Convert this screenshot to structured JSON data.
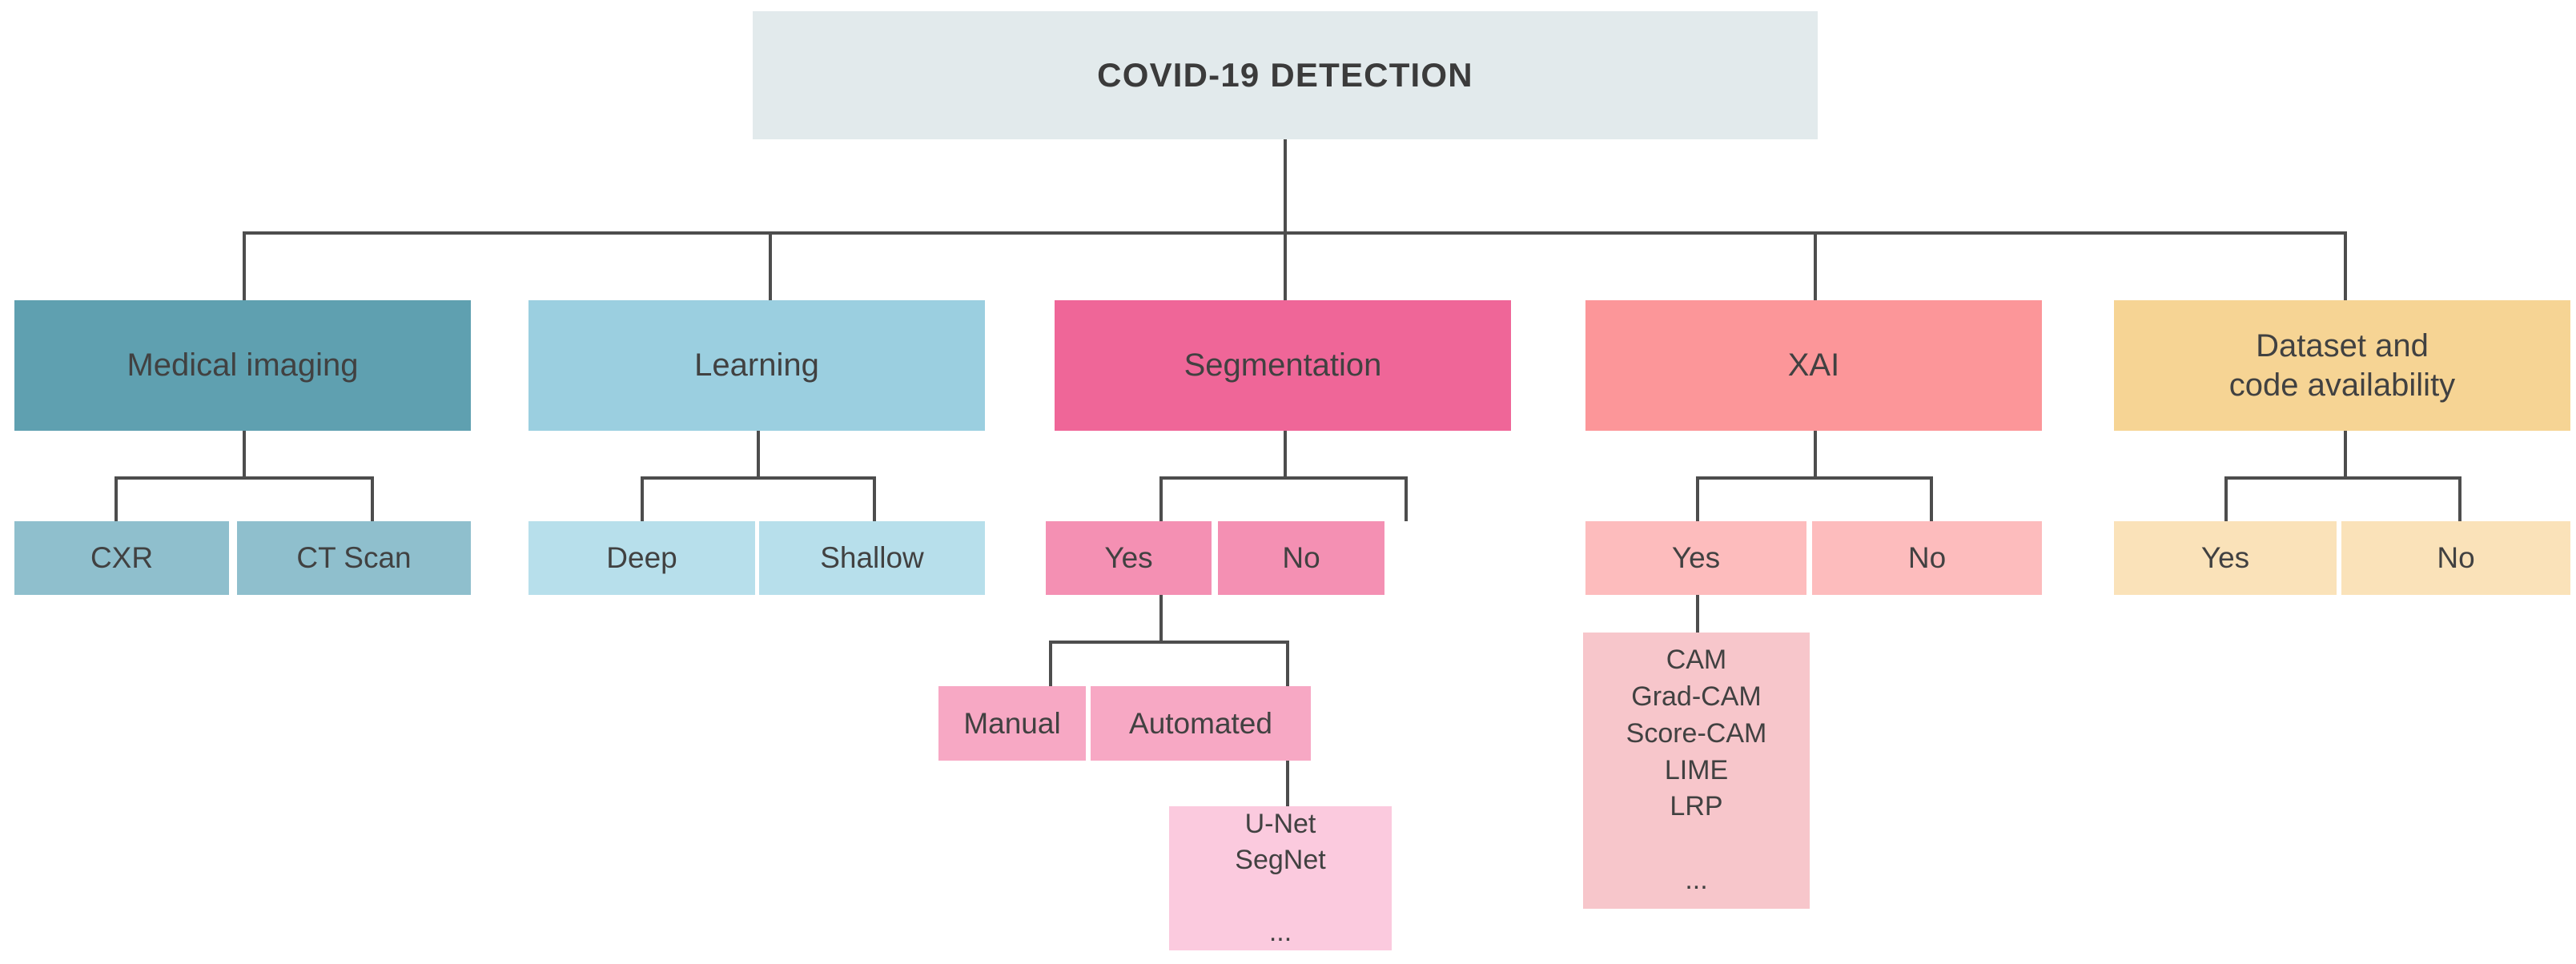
{
  "diagram": {
    "title": "COVID-19 Detection taxonomy tree",
    "root": {
      "label": "COVID-19 DETECTION",
      "color": "#e2eaec"
    },
    "branches": [
      {
        "id": "medical-imaging",
        "label": "Medical imaging",
        "color": "#5fa0b0",
        "child_color": "#8fbfcd",
        "children": [
          {
            "label": "CXR"
          },
          {
            "label": "CT Scan"
          }
        ]
      },
      {
        "id": "learning",
        "label": "Learning",
        "color": "#9bcfe0",
        "child_color": "#b7dfeb",
        "children": [
          {
            "label": "Deep"
          },
          {
            "label": "Shallow"
          }
        ]
      },
      {
        "id": "segmentation",
        "label": "Segmentation",
        "color": "#ef6698",
        "child_color": "#f490b3",
        "grandchild_color": "#f7a8c4",
        "greatgrandchild_color": "#fbcade",
        "children": [
          {
            "label": "Yes",
            "children": [
              {
                "label": "Manual"
              },
              {
                "label": "Automated",
                "children": [
                  {
                    "label": "U-Net\nSegNet\n\n..."
                  }
                ]
              }
            ]
          },
          {
            "label": "No"
          }
        ]
      },
      {
        "id": "xai",
        "label": "XAI",
        "color": "#fc9699",
        "child_color": "#fdbcbd",
        "grandchild_color": "#f7c6cb",
        "children": [
          {
            "label": "Yes",
            "children": [
              {
                "label": "CAM\nGrad-CAM\nScore-CAM\nLIME\nLRP\n\n..."
              }
            ]
          },
          {
            "label": "No"
          }
        ]
      },
      {
        "id": "dataset-and-code-availability",
        "label": "Dataset and\ncode availability",
        "color": "#f6d494",
        "child_color": "#fae2b9",
        "children": [
          {
            "label": "Yes"
          },
          {
            "label": "No"
          }
        ]
      }
    ]
  }
}
